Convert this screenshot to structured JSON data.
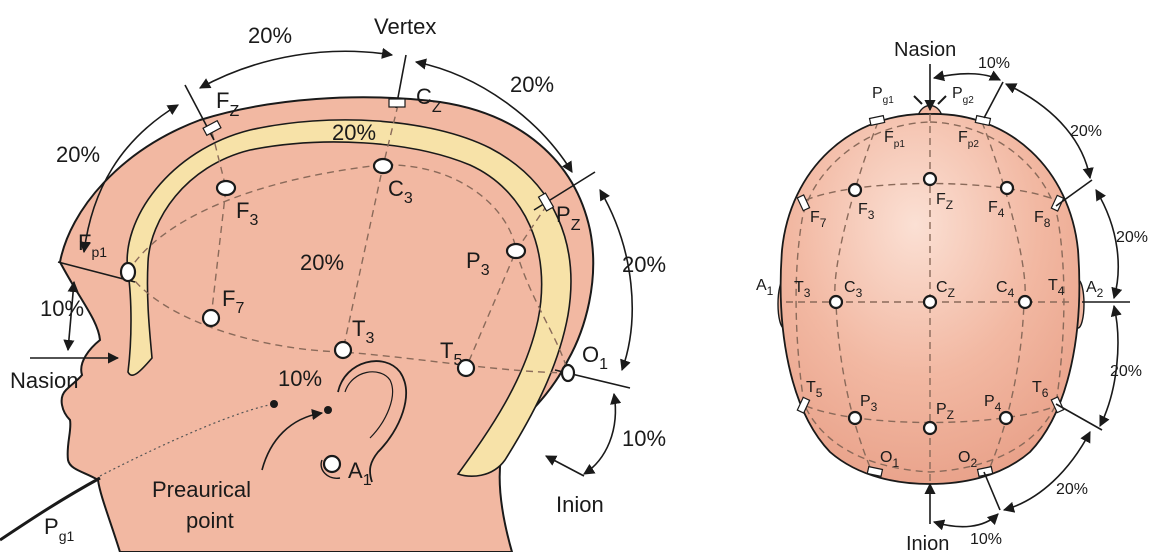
{
  "side_view": {
    "labels": {
      "vertex": "Vertex",
      "nasion": "Nasion",
      "inion": "Inion",
      "preauricular_line1": "Preaurical",
      "preauricular_line2": "point",
      "pct_top_left": "20%",
      "pct_top_right": "20%",
      "pct_left": "20%",
      "pct_right": "20%",
      "pct_inner_top": "20%",
      "pct_inner_mid": "20%",
      "pct_front_lower": "10%",
      "pct_back_lower": "10%",
      "pct_ear": "10%"
    },
    "electrodes": {
      "fz": {
        "main": "F",
        "sub": "Z"
      },
      "cz": {
        "main": "C",
        "sub": "Z"
      },
      "pz": {
        "main": "P",
        "sub": "Z"
      },
      "fp1": {
        "main": "F",
        "sub": "p1"
      },
      "f3": {
        "main": "F",
        "sub": "3"
      },
      "c3": {
        "main": "C",
        "sub": "3"
      },
      "p3": {
        "main": "P",
        "sub": "3"
      },
      "f7": {
        "main": "F",
        "sub": "7"
      },
      "t3": {
        "main": "T",
        "sub": "3"
      },
      "t5": {
        "main": "T",
        "sub": "5"
      },
      "o1": {
        "main": "O",
        "sub": "1"
      },
      "a1": {
        "main": "A",
        "sub": "1"
      },
      "pg1": {
        "main": "P",
        "sub": "g1"
      }
    }
  },
  "top_view": {
    "labels": {
      "nasion": "Nasion",
      "inion": "Inion",
      "pct_top": "10%",
      "pct_bottom": "10%",
      "pct_r1": "20%",
      "pct_r2": "20%",
      "pct_r3": "20%",
      "pct_r4": "20%"
    },
    "electrodes": {
      "pg1": {
        "main": "P",
        "sub": "g1"
      },
      "pg2": {
        "main": "P",
        "sub": "g2"
      },
      "fp1": {
        "main": "F",
        "sub": "p1"
      },
      "fp2": {
        "main": "F",
        "sub": "p2"
      },
      "f7": {
        "main": "F",
        "sub": "7"
      },
      "f3": {
        "main": "F",
        "sub": "3"
      },
      "fz": {
        "main": "F",
        "sub": "Z"
      },
      "f4": {
        "main": "F",
        "sub": "4"
      },
      "f8": {
        "main": "F",
        "sub": "8"
      },
      "a1": {
        "main": "A",
        "sub": "1"
      },
      "t3": {
        "main": "T",
        "sub": "3"
      },
      "c3": {
        "main": "C",
        "sub": "3"
      },
      "cz": {
        "main": "C",
        "sub": "Z"
      },
      "c4": {
        "main": "C",
        "sub": "4"
      },
      "t4": {
        "main": "T",
        "sub": "4"
      },
      "a2": {
        "main": "A",
        "sub": "2"
      },
      "t5": {
        "main": "T",
        "sub": "5"
      },
      "p3": {
        "main": "P",
        "sub": "3"
      },
      "pz": {
        "main": "P",
        "sub": "Z"
      },
      "p4": {
        "main": "P",
        "sub": "4"
      },
      "t6": {
        "main": "T",
        "sub": "6"
      },
      "o1": {
        "main": "O",
        "sub": "1"
      },
      "o2": {
        "main": "O",
        "sub": "2"
      }
    }
  },
  "colors": {
    "skin": "#f2b8a2",
    "skin_dark": "#e79d85",
    "skull": "#f7e2a8",
    "line": "#1a1a1a"
  }
}
